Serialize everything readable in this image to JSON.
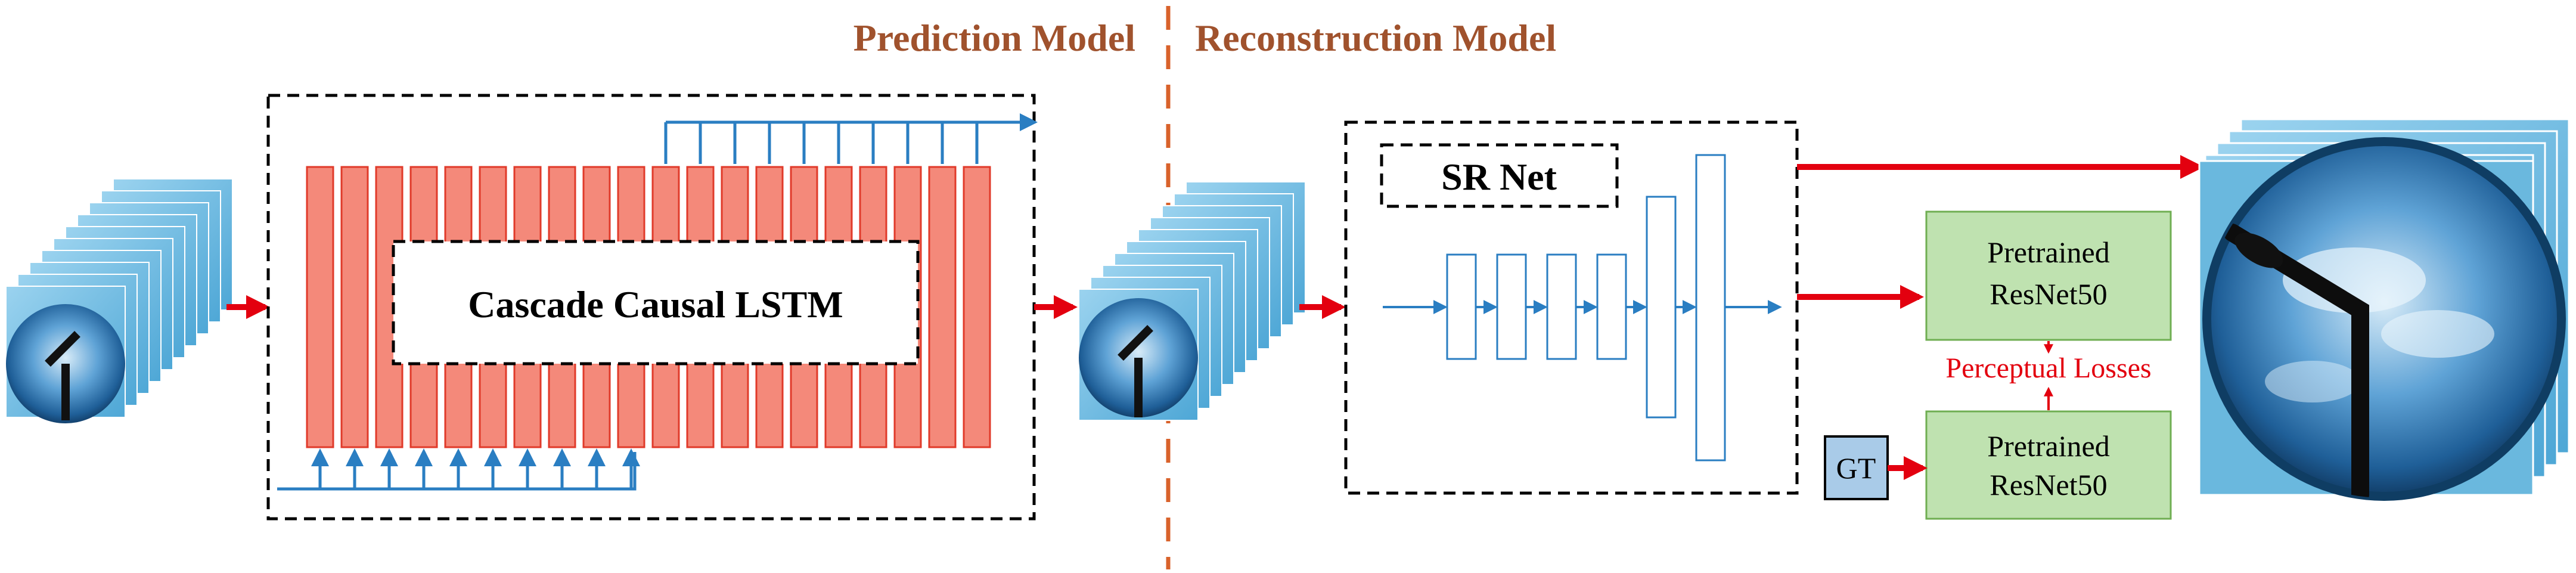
{
  "labels": {
    "prediction_model": "Prediction Model",
    "reconstruction_model": "Reconstruction Model",
    "lstm": "Cascade Causal LSTM",
    "sr_net": "SR Net",
    "resnet_top_line1": "Pretrained",
    "resnet_top_line2": "ResNet50",
    "resnet_bottom_line1": "Pretrained",
    "resnet_bottom_line2": "ResNet50",
    "perceptual_losses": "Perceptual Losses",
    "gt": "GT"
  },
  "colors": {
    "section_title": "#a0522d",
    "lstm_cell_fill": "#f4897a",
    "lstm_cell_stroke": "#e03a2a",
    "arrow_red": "#e3000f",
    "arrow_blue": "#2a7ec2",
    "resnet_fill": "#bfe2b0",
    "resnet_stroke": "#6fae52",
    "gt_fill": "#a9cbe8",
    "divider": "#d9622b"
  },
  "icons": [
    "input-frames-stack",
    "predicted-frames-stack",
    "output-fisheye-image"
  ]
}
